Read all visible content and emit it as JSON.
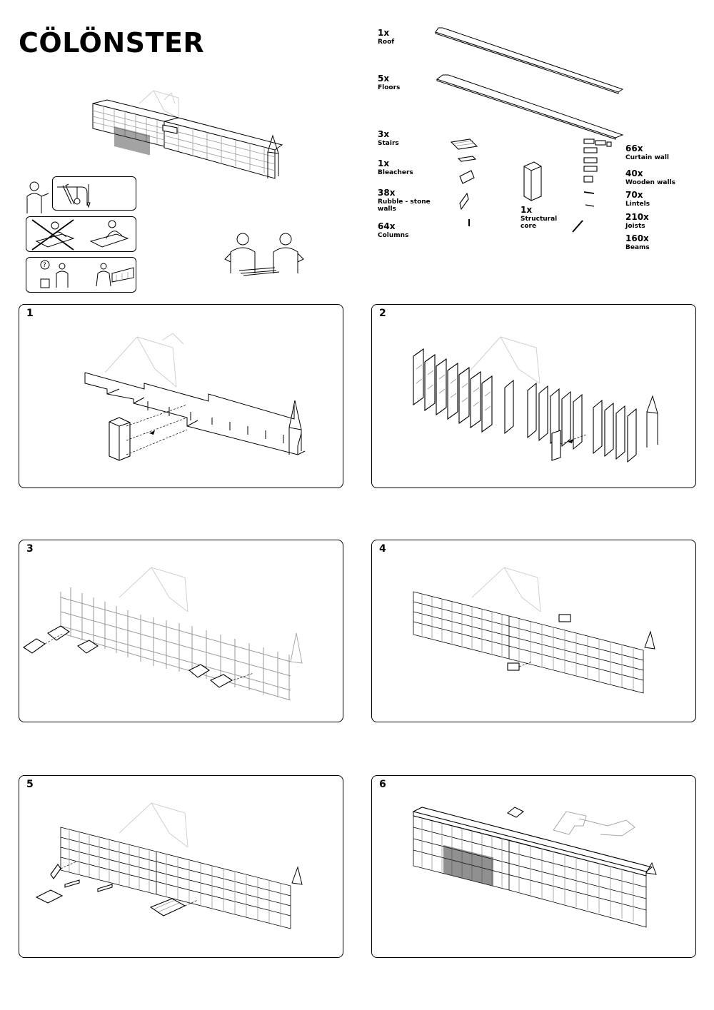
{
  "title": "CÖLÖNSTER",
  "parts_left": [
    {
      "qty": "1x",
      "name": "Roof"
    },
    {
      "qty": "5x",
      "name": "Floors"
    },
    {
      "qty": "3x",
      "name": "Stairs"
    },
    {
      "qty": "1x",
      "name": "Bleachers"
    },
    {
      "qty": "38x",
      "name": "Rubble - stone walls"
    },
    {
      "qty": "64x",
      "name": "Columns"
    }
  ],
  "part_core": {
    "qty": "1x",
    "name": "Structural core"
  },
  "parts_right": [
    {
      "qty": "66x",
      "name": "Curtain wall"
    },
    {
      "qty": "40x",
      "name": "Wooden walls"
    },
    {
      "qty": "70x",
      "name": "Lintels"
    },
    {
      "qty": "210x",
      "name": "Joists"
    },
    {
      "qty": "160x",
      "name": "Beams"
    }
  ],
  "steps": [
    "1",
    "2",
    "3",
    "4",
    "5",
    "6"
  ],
  "icons": {
    "tools": "hammer-screwdriver-icon",
    "no_alone": "crossed-out-single-person-icon",
    "ask": "question-mark-icon",
    "team": "two-people-icon"
  }
}
